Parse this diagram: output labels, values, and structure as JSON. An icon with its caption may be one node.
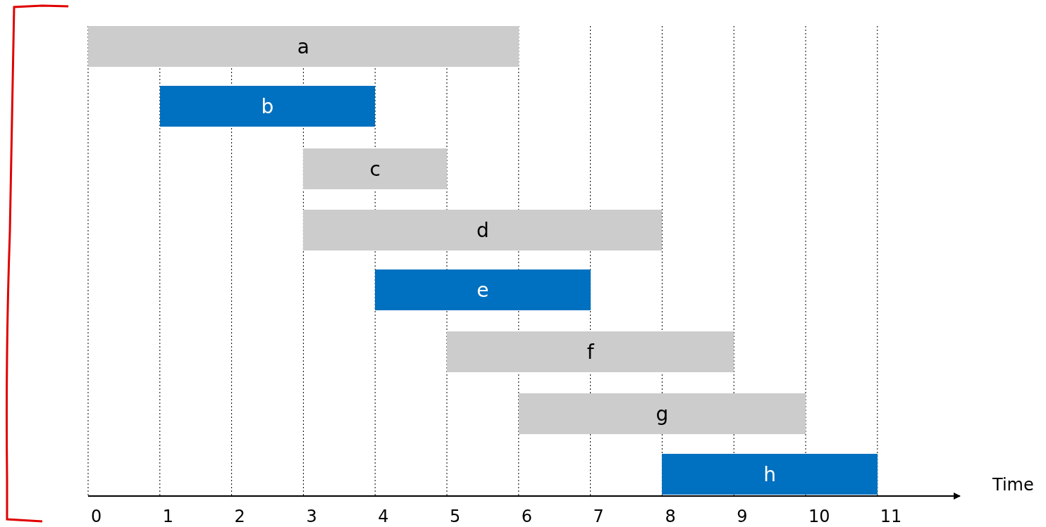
{
  "diagram": {
    "nodes": [
      {
        "text": [
          "a"
        ]
      },
      {
        "text": [
          "b"
        ]
      },
      {
        "text": [
          "c"
        ]
      },
      {
        "text": [
          "d"
        ]
      },
      {
        "text": [
          "e"
        ]
      },
      {
        "text": [
          "f"
        ]
      },
      {
        "text": [
          "g"
        ]
      },
      {
        "text": [
          "h"
        ]
      }
    ],
    "labels": [
      "0",
      "1",
      "2",
      "3",
      "4",
      "5",
      "6",
      "7",
      "8",
      "9",
      "10",
      "11",
      "Time"
    ]
  }
}
